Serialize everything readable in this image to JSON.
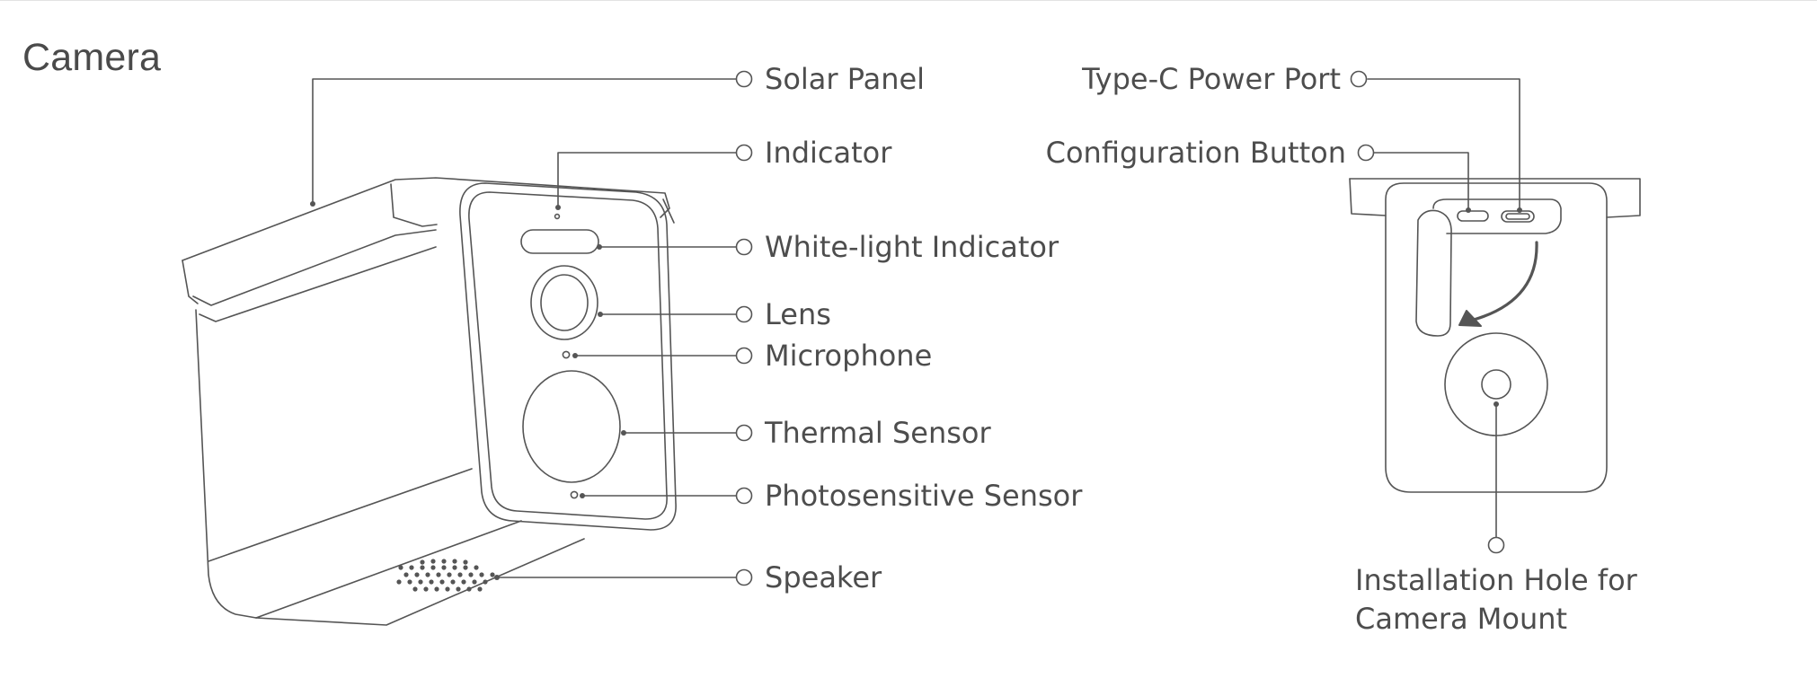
{
  "title": "Camera",
  "colors": {
    "line": "#555555",
    "text": "#4d4d4d",
    "title": "#4a4a4a",
    "background": "#ffffff"
  },
  "front_view": {
    "labels": {
      "solar_panel": "Solar Panel",
      "indicator": "Indicator",
      "white_light_indicator": "White-light Indicator",
      "lens": "Lens",
      "microphone": "Microphone",
      "thermal_sensor": "Thermal Sensor",
      "photosensitive_sensor": "Photosensitive Sensor",
      "speaker": "Speaker"
    }
  },
  "back_view": {
    "labels": {
      "type_c_power_port": "Type-C Power Port",
      "configuration_button": "Configuration Button",
      "installation_hole": "Installation Hole for Camera Mount"
    }
  }
}
